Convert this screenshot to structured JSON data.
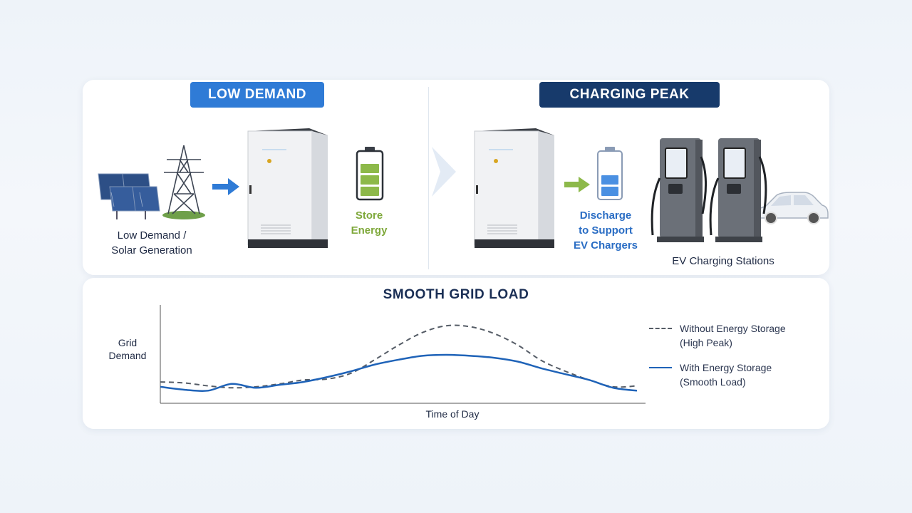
{
  "panels": {
    "low_demand": {
      "badge": "LOW DEMAND",
      "source_label_1": "Low Demand /",
      "source_label_2": "Solar Generation",
      "store_label_1": "Store",
      "store_label_2": "Energy",
      "battery_color": "#8db94a"
    },
    "charging_peak": {
      "badge": "CHARGING PEAK",
      "discharge_label_1": "Discharge",
      "discharge_label_2": "to Support",
      "discharge_label_3": "EV Chargers",
      "ev_label": "EV Charging Stations",
      "battery_color": "#4a90e2"
    }
  },
  "icons": [
    "solar-panel-icon",
    "transmission-tower-icon",
    "arrow-right-icon",
    "storage-cabinet-icon",
    "battery-icon",
    "ev-charger-icon",
    "car-icon"
  ],
  "chart_data": {
    "type": "line",
    "title": "SMOOTH GRID LOAD",
    "xlabel": "Time of Day",
    "ylabel_1": "Grid",
    "ylabel_2": "Demand",
    "x": [
      0,
      5,
      10,
      15,
      20,
      25,
      30,
      35,
      40,
      45,
      50,
      55,
      60,
      65,
      70,
      75,
      80,
      85,
      90,
      95,
      100
    ],
    "series": [
      {
        "name_1": "Without Energy Storage",
        "name_2": "(High Peak)",
        "style": "dashed",
        "color": "#555c66",
        "values": [
          22,
          21,
          18,
          16,
          17,
          20,
          24,
          25,
          31,
          45,
          60,
          73,
          80,
          79,
          72,
          60,
          44,
          33,
          24,
          17,
          18
        ]
      },
      {
        "name_1": "With Energy Storage",
        "name_2": "(Smooth Load)",
        "style": "solid",
        "color": "#1f63b8",
        "values": [
          17,
          14,
          13,
          20,
          16,
          19,
          22,
          27,
          33,
          40,
          45,
          49,
          50,
          49,
          47,
          43,
          36,
          30,
          24,
          16,
          13
        ]
      }
    ],
    "ylim": [
      0,
      100
    ],
    "grid": false,
    "legend": "right"
  }
}
